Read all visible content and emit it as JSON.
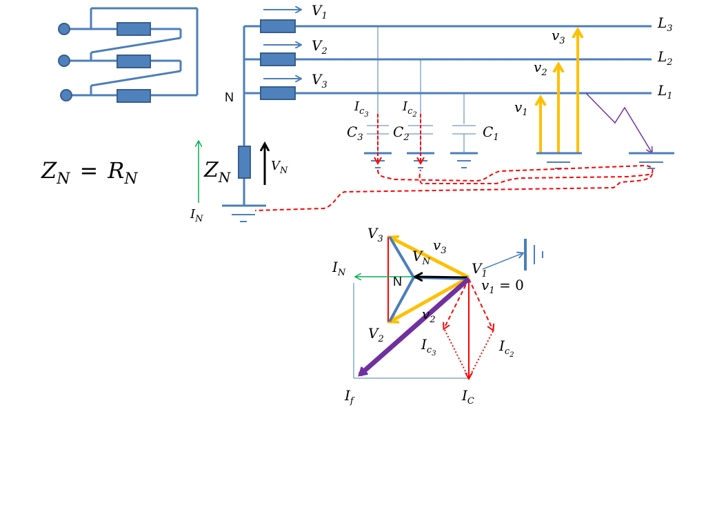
{
  "source": {
    "name": "Z",
    "sub": "N",
    "eq": "=",
    "name2": "R",
    "sub2": "N"
  },
  "labels": {
    "V1": {
      "main": "V",
      "sub": "1"
    },
    "V2": {
      "main": "V",
      "sub": "2"
    },
    "V3": {
      "main": "V",
      "sub": "3"
    },
    "L1": {
      "main": "L",
      "sub": "1"
    },
    "L2": {
      "main": "L",
      "sub": "2"
    },
    "L3": {
      "main": "L",
      "sub": "3"
    },
    "v1": {
      "main": "v",
      "sub": "1"
    },
    "v2": {
      "main": "v",
      "sub": "2"
    },
    "v3": {
      "main": "v",
      "sub": "3"
    },
    "N": "N",
    "ZN": {
      "main": "Z",
      "sub": "N"
    },
    "VN": {
      "main": "V",
      "sub": "N"
    },
    "IN": {
      "main": "I",
      "sub": "N"
    },
    "C1": {
      "main": "C",
      "sub": "1"
    },
    "C2": {
      "main": "C",
      "sub": "2"
    },
    "C3": {
      "main": "C",
      "sub": "3"
    },
    "Ic2": {
      "main": "I",
      "sub": "c",
      "subsub": "2"
    },
    "Ic3": {
      "main": "I",
      "sub": "c",
      "subsub": "3"
    }
  },
  "phasor": {
    "V1": {
      "main": "V",
      "sub": "1"
    },
    "V2": {
      "main": "V",
      "sub": "2"
    },
    "V3": {
      "main": "V",
      "sub": "3"
    },
    "VN": {
      "main": "V",
      "sub": "N"
    },
    "v2": {
      "main": "v",
      "sub": "2"
    },
    "v3": {
      "main": "v",
      "sub": "3"
    },
    "v1eq": {
      "main": "v",
      "sub": "1",
      "rest": " = 0"
    },
    "N": "N",
    "IN": {
      "main": "I",
      "sub": "N"
    },
    "If": {
      "main": "I",
      "sub": "f"
    },
    "IC": {
      "main": "I",
      "sub": "C"
    },
    "Ic2": {
      "main": "I",
      "sub": "c",
      "subsub": "2"
    },
    "Ic3": {
      "main": "I",
      "sub": "c",
      "subsub": "3"
    }
  },
  "colors": {
    "line": "#4a7ebb",
    "resistor_fill": "#4f81bd",
    "resistor_stroke": "#385d8a",
    "yellow": "#ffc000",
    "red": "#ff0000",
    "green": "#00b050",
    "purple": "#7030a0",
    "black": "#000000"
  }
}
